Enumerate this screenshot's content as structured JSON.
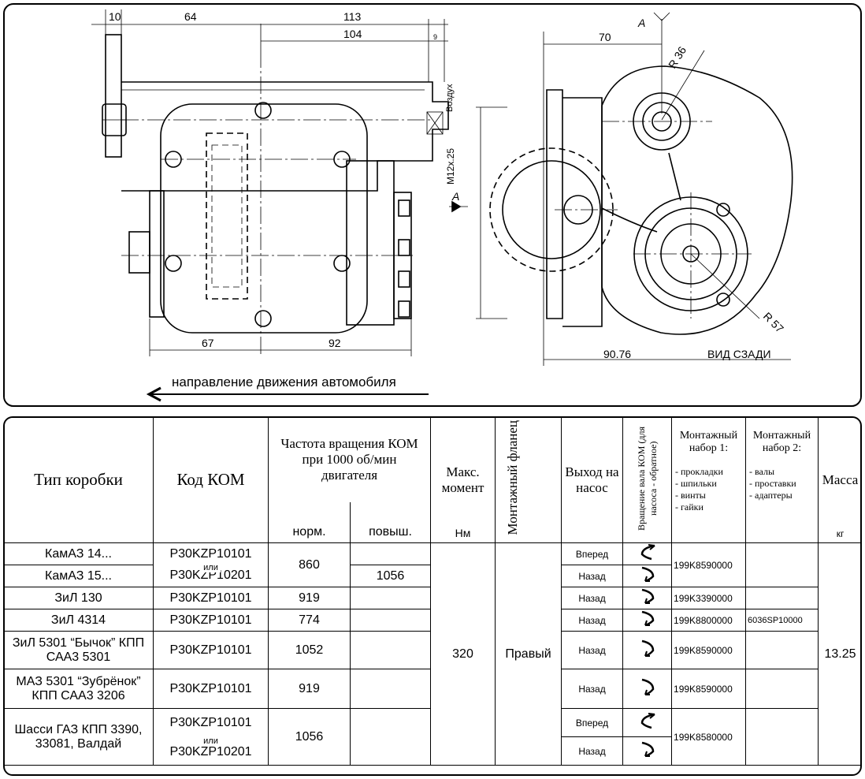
{
  "drawing": {
    "dims_top": {
      "d10": "10",
      "d64": "64",
      "d113": "113",
      "d104": "104",
      "d9": "9"
    },
    "dims_bottom": {
      "d67": "67",
      "d92": "92"
    },
    "labels": {
      "air": "Воздух",
      "thread": "M12x.25",
      "sectionA": "A",
      "sectionA2": "A"
    },
    "rear": {
      "d70": "70",
      "r36": "R 36",
      "r57": "R 57",
      "d9076": "90.76",
      "view": "ВИД СЗАДИ"
    },
    "direction": "направление движения автомобиля"
  },
  "table": {
    "headers": {
      "box_type": "Тип коробки",
      "pto_code": "Код КОМ",
      "speed": "Частота вращения КОМ при 1000 об/мин двигателя",
      "speed_norm": "норм.",
      "speed_high": "повыш.",
      "torque": "Макс. момент",
      "torque_unit": "Нм",
      "flange": "Монтажный фланец",
      "outlet": "Выход на насос",
      "rotation": "Вращение вала КОМ (для насоса - обратное)",
      "kit1_title": "Монтажный набор 1:",
      "kit1_items": [
        "- прокладки",
        "- шпильки",
        "- винты",
        "- гайки"
      ],
      "kit2_title": "Монтажный набор 2:",
      "kit2_items": [
        "- валы",
        "- проставки",
        "- адаптеры"
      ],
      "mass": "Масса",
      "mass_unit": "кг"
    },
    "ili": "или",
    "rows": {
      "r1_type": "КамАЗ 14...",
      "r1_code": "P30KZP10101",
      "r2_type": "КамАЗ 15...",
      "r2_code": "P30KZP10201",
      "r12_norm": "860",
      "r2_high": "1056",
      "r1_out": "Вперед",
      "r2_out": "Назад",
      "r12_kit1": "199K8590000",
      "r3_type": "ЗиЛ 130",
      "r3_code": "P30KZP10101",
      "r3_norm": "919",
      "r3_out": "Назад",
      "r3_kit1": "199K3390000",
      "r4_type": "ЗиЛ 4314",
      "r4_code": "P30KZP10101",
      "r4_norm": "774",
      "r4_out": "Назад",
      "r4_kit1": "199K8800000",
      "r4_kit2": "6036SP10000",
      "r5_type": "ЗиЛ 5301 “Бычок” КПП САА3 5301",
      "r5_code": "P30KZP10101",
      "r5_norm": "1052",
      "r5_out": "Назад",
      "r5_kit1": "199K8590000",
      "r6_type": "МАЗ 5301 “Зубрёнок” КПП САА3 3206",
      "r6_code": "P30KZP10101",
      "r6_norm": "919",
      "r6_out": "Назад",
      "r6_kit1": "199K8590000",
      "r7_type": "Шасси ГАЗ КПП 3390, 33081, Валдай",
      "r7_code1": "P30KZP10101",
      "r7_code2": "P30KZP10201",
      "r7_norm": "1056",
      "r7_out1": "Вперед",
      "r7_out2": "Назад",
      "r7_kit1": "199K8580000",
      "torque": "320",
      "flange": "Правый",
      "mass": "13.25"
    }
  }
}
